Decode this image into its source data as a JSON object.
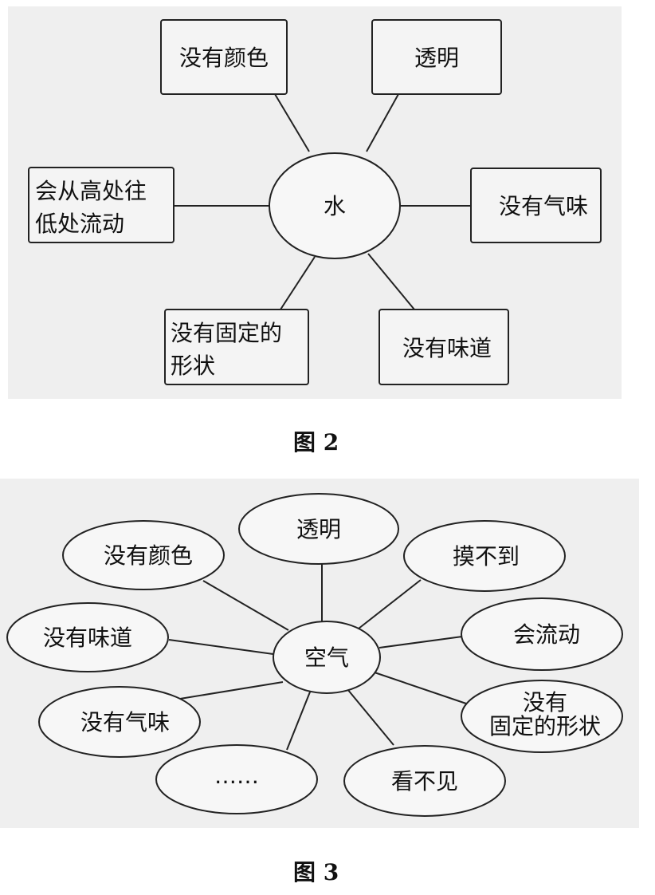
{
  "figure2": {
    "caption": "图 2",
    "center": "水",
    "nodes": {
      "top_left": "没有颜色",
      "top_right": "透明",
      "left_line1": "会从高处往",
      "left_line2": "低处流动",
      "right": "没有气味",
      "bottom_left_line1": "没有固定的",
      "bottom_left_line2": "形状",
      "bottom_right": "没有味道"
    }
  },
  "figure3": {
    "caption": "图 3",
    "center": "空气",
    "nodes": {
      "top": "透明",
      "upper_left": "没有颜色",
      "upper_right": "摸不到",
      "left": "没有味道",
      "right": "会流动",
      "lower_left": "没有气味",
      "lower_right_line1": "没有",
      "lower_right_line2": "固定的形状",
      "bottom_left": "……",
      "bottom_right": "看不见"
    }
  }
}
